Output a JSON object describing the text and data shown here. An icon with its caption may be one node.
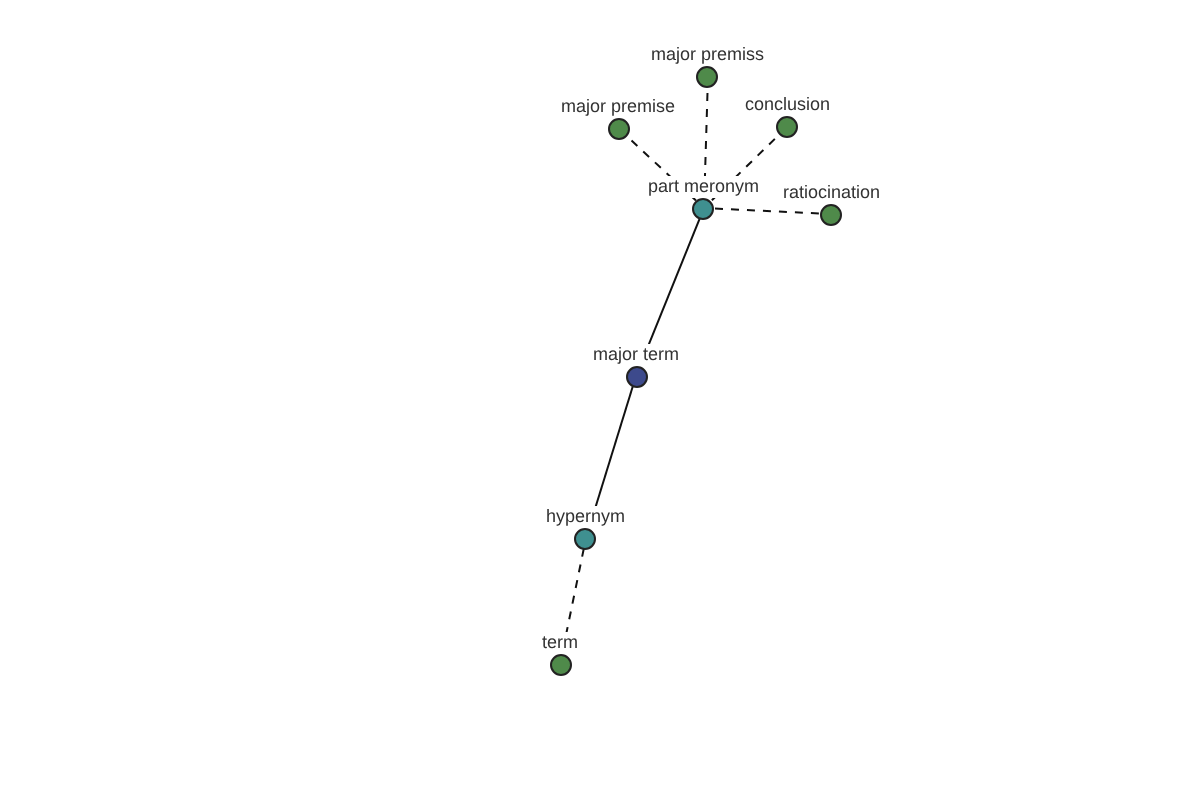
{
  "diagram": {
    "nodes": [
      {
        "text": [
          "major premiss"
        ]
      },
      {
        "text": [
          "major premise"
        ]
      },
      {
        "text": [
          "conclusion"
        ]
      },
      {
        "text": [
          "part meronym"
        ]
      },
      {
        "text": [
          "ratiocination"
        ]
      },
      {
        "text": [
          "major term"
        ]
      },
      {
        "text": [
          "hypernym"
        ]
      },
      {
        "text": [
          "term"
        ]
      }
    ],
    "edges": [
      {
        "from": 3,
        "to": 0,
        "arrow": "none",
        "style": "dashed"
      },
      {
        "from": 3,
        "to": 1,
        "arrow": "none",
        "style": "dashed"
      },
      {
        "from": 3,
        "to": 2,
        "arrow": "none",
        "style": "dashed"
      },
      {
        "from": 3,
        "to": 4,
        "arrow": "none",
        "style": "dashed"
      },
      {
        "from": 3,
        "to": 5,
        "arrow": "none"
      },
      {
        "from": 5,
        "to": 6,
        "arrow": "none"
      },
      {
        "from": 6,
        "to": 7,
        "arrow": "none",
        "style": "dashed"
      }
    ]
  }
}
